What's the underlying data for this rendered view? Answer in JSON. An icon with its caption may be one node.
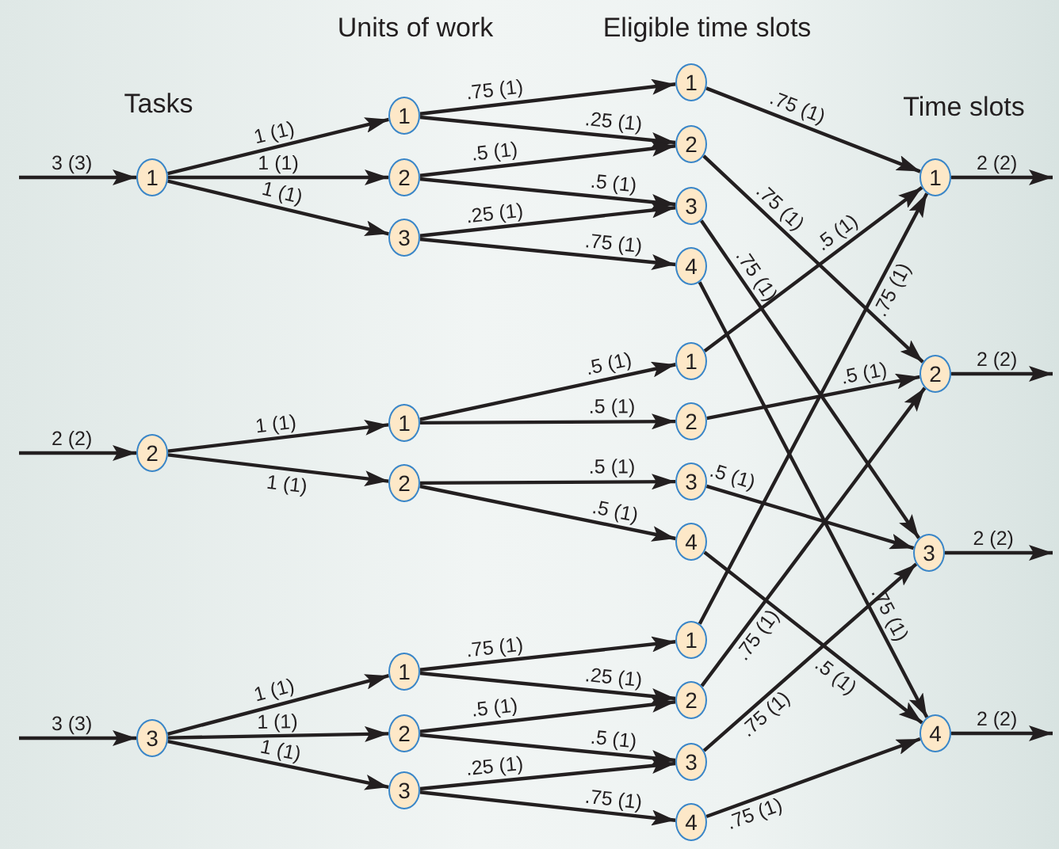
{
  "diagram": {
    "nodes": [
      {
        "text": [
          "1"
        ]
      },
      {
        "text": [
          "2"
        ]
      },
      {
        "text": [
          "3"
        ]
      },
      {
        "text": [
          "1"
        ]
      },
      {
        "text": [
          "2"
        ]
      },
      {
        "text": [
          "3"
        ]
      },
      {
        "text": [
          "1"
        ]
      },
      {
        "text": [
          "2"
        ]
      },
      {
        "text": [
          "1"
        ]
      },
      {
        "text": [
          "2"
        ]
      },
      {
        "text": [
          "3"
        ]
      },
      {
        "text": [
          "1"
        ]
      },
      {
        "text": [
          "2"
        ]
      },
      {
        "text": [
          "3"
        ]
      },
      {
        "text": [
          "4"
        ]
      },
      {
        "text": [
          "1"
        ]
      },
      {
        "text": [
          "2"
        ]
      },
      {
        "text": [
          "3"
        ]
      },
      {
        "text": [
          "4"
        ]
      },
      {
        "text": [
          "1"
        ]
      },
      {
        "text": [
          "2"
        ]
      },
      {
        "text": [
          "3"
        ]
      },
      {
        "text": [
          "4"
        ]
      },
      {
        "text": [
          "1"
        ]
      },
      {
        "text": [
          "2"
        ]
      },
      {
        "text": [
          "3"
        ]
      },
      {
        "text": [
          "4"
        ]
      }
    ],
    "edges": [
      {
        "from": null,
        "to": 0,
        "arrow": "to",
        "label": "3 (3)"
      },
      {
        "from": null,
        "to": 1,
        "arrow": "to",
        "label": "2 (2)"
      },
      {
        "from": null,
        "to": 2,
        "arrow": "to",
        "label": "3 (3)"
      },
      {
        "from": 0,
        "to": 3,
        "arrow": "to",
        "label": "1 (1)"
      },
      {
        "from": 0,
        "to": 4,
        "arrow": "to",
        "label": "1 (1)"
      },
      {
        "from": 0,
        "to": 5,
        "arrow": "to",
        "label": "1 (1)"
      },
      {
        "from": 1,
        "to": 6,
        "arrow": "to",
        "label": "1 (1)"
      },
      {
        "from": 1,
        "to": 7,
        "arrow": "to",
        "label": "1 (1)"
      },
      {
        "from": 2,
        "to": 8,
        "arrow": "to",
        "label": "1 (1)"
      },
      {
        "from": 2,
        "to": 9,
        "arrow": "to",
        "label": "1 (1)"
      },
      {
        "from": 2,
        "to": 10,
        "arrow": "to",
        "label": "1 (1)"
      },
      {
        "from": 3,
        "to": 11,
        "arrow": "to",
        "label": ".75 (1)"
      },
      {
        "from": 3,
        "to": 12,
        "arrow": "to",
        "label": ".25 (1)"
      },
      {
        "from": 4,
        "to": 12,
        "arrow": "to",
        "label": ".5 (1)"
      },
      {
        "from": 4,
        "to": 13,
        "arrow": "to",
        "label": ".5 (1)"
      },
      {
        "from": 5,
        "to": 13,
        "arrow": "to",
        "label": ".25 (1)"
      },
      {
        "from": 5,
        "to": 14,
        "arrow": "to",
        "label": ".75 (1)"
      },
      {
        "from": 6,
        "to": 15,
        "arrow": "to",
        "label": ".5 (1)"
      },
      {
        "from": 6,
        "to": 16,
        "arrow": "to",
        "label": ".5 (1)"
      },
      {
        "from": 7,
        "to": 17,
        "arrow": "to",
        "label": ".5 (1)"
      },
      {
        "from": 7,
        "to": 18,
        "arrow": "to",
        "label": ".5 (1)"
      },
      {
        "from": 8,
        "to": 19,
        "arrow": "to",
        "label": ".75 (1)"
      },
      {
        "from": 8,
        "to": 20,
        "arrow": "to",
        "label": ".25 (1)"
      },
      {
        "from": 9,
        "to": 20,
        "arrow": "to",
        "label": ".5 (1)"
      },
      {
        "from": 9,
        "to": 21,
        "arrow": "to",
        "label": ".5 (1)"
      },
      {
        "from": 10,
        "to": 21,
        "arrow": "to",
        "label": ".25 (1)"
      },
      {
        "from": 10,
        "to": 22,
        "arrow": "to",
        "label": ".75 (1)"
      },
      {
        "from": 11,
        "to": 23,
        "arrow": "to",
        "label": ".75 (1)"
      },
      {
        "from": 12,
        "to": 24,
        "arrow": "to",
        "label": ".75 (1)"
      },
      {
        "from": 13,
        "to": 25,
        "arrow": "to",
        "label": ".75 (1)"
      },
      {
        "from": 14,
        "to": 26,
        "arrow": "to",
        "label": ".75 (1)"
      },
      {
        "from": 15,
        "to": 23,
        "arrow": "to",
        "label": ".5 (1)"
      },
      {
        "from": 16,
        "to": 24,
        "arrow": "to",
        "label": ".5 (1)"
      },
      {
        "from": 17,
        "to": 25,
        "arrow": "to",
        "label": ".5 (1)"
      },
      {
        "from": 18,
        "to": 26,
        "arrow": "to",
        "label": ".5 (1)"
      },
      {
        "from": 19,
        "to": 23,
        "arrow": "to",
        "label": ".75 (1)"
      },
      {
        "from": 20,
        "to": 24,
        "arrow": "to",
        "label": ".75 (1)"
      },
      {
        "from": 21,
        "to": 25,
        "arrow": "to",
        "label": ".75 (1)"
      },
      {
        "from": 22,
        "to": 26,
        "arrow": "to",
        "label": ".75 (1)"
      },
      {
        "from": 23,
        "to": null,
        "arrow": "to",
        "label": "2 (2)"
      },
      {
        "from": 24,
        "to": null,
        "arrow": "to",
        "label": "2 (2)"
      },
      {
        "from": 25,
        "to": null,
        "arrow": "to",
        "label": "2 (2)"
      },
      {
        "from": 26,
        "to": null,
        "arrow": "to",
        "label": "2 (2)"
      }
    ],
    "labels": [
      "Units of work",
      "Eligible time slots",
      "Tasks",
      "Time slots"
    ]
  }
}
